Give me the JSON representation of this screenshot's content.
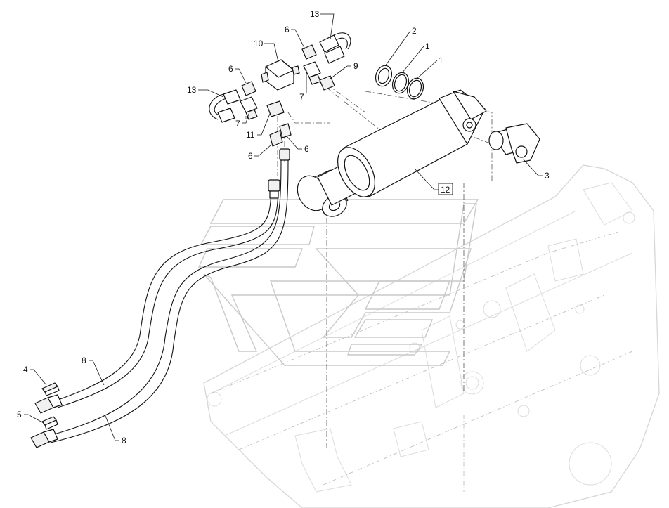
{
  "callouts": [
    {
      "id": "c13a",
      "text": "13"
    },
    {
      "id": "c6a",
      "text": "6"
    },
    {
      "id": "c2",
      "text": "2"
    },
    {
      "id": "c1a",
      "text": "1"
    },
    {
      "id": "c1b",
      "text": "1"
    },
    {
      "id": "c10",
      "text": "10"
    },
    {
      "id": "c9",
      "text": "9"
    },
    {
      "id": "c6b",
      "text": "6"
    },
    {
      "id": "c7a",
      "text": "7"
    },
    {
      "id": "c13b",
      "text": "13"
    },
    {
      "id": "c7b",
      "text": "7"
    },
    {
      "id": "c11",
      "text": "11"
    },
    {
      "id": "c6c",
      "text": "6"
    },
    {
      "id": "c6d",
      "text": "6"
    },
    {
      "id": "c3",
      "text": "3"
    },
    {
      "id": "c12",
      "text": "12"
    },
    {
      "id": "c4",
      "text": "4"
    },
    {
      "id": "c8a",
      "text": "8"
    },
    {
      "id": "c5",
      "text": "5"
    },
    {
      "id": "c8b",
      "text": "8"
    }
  ]
}
